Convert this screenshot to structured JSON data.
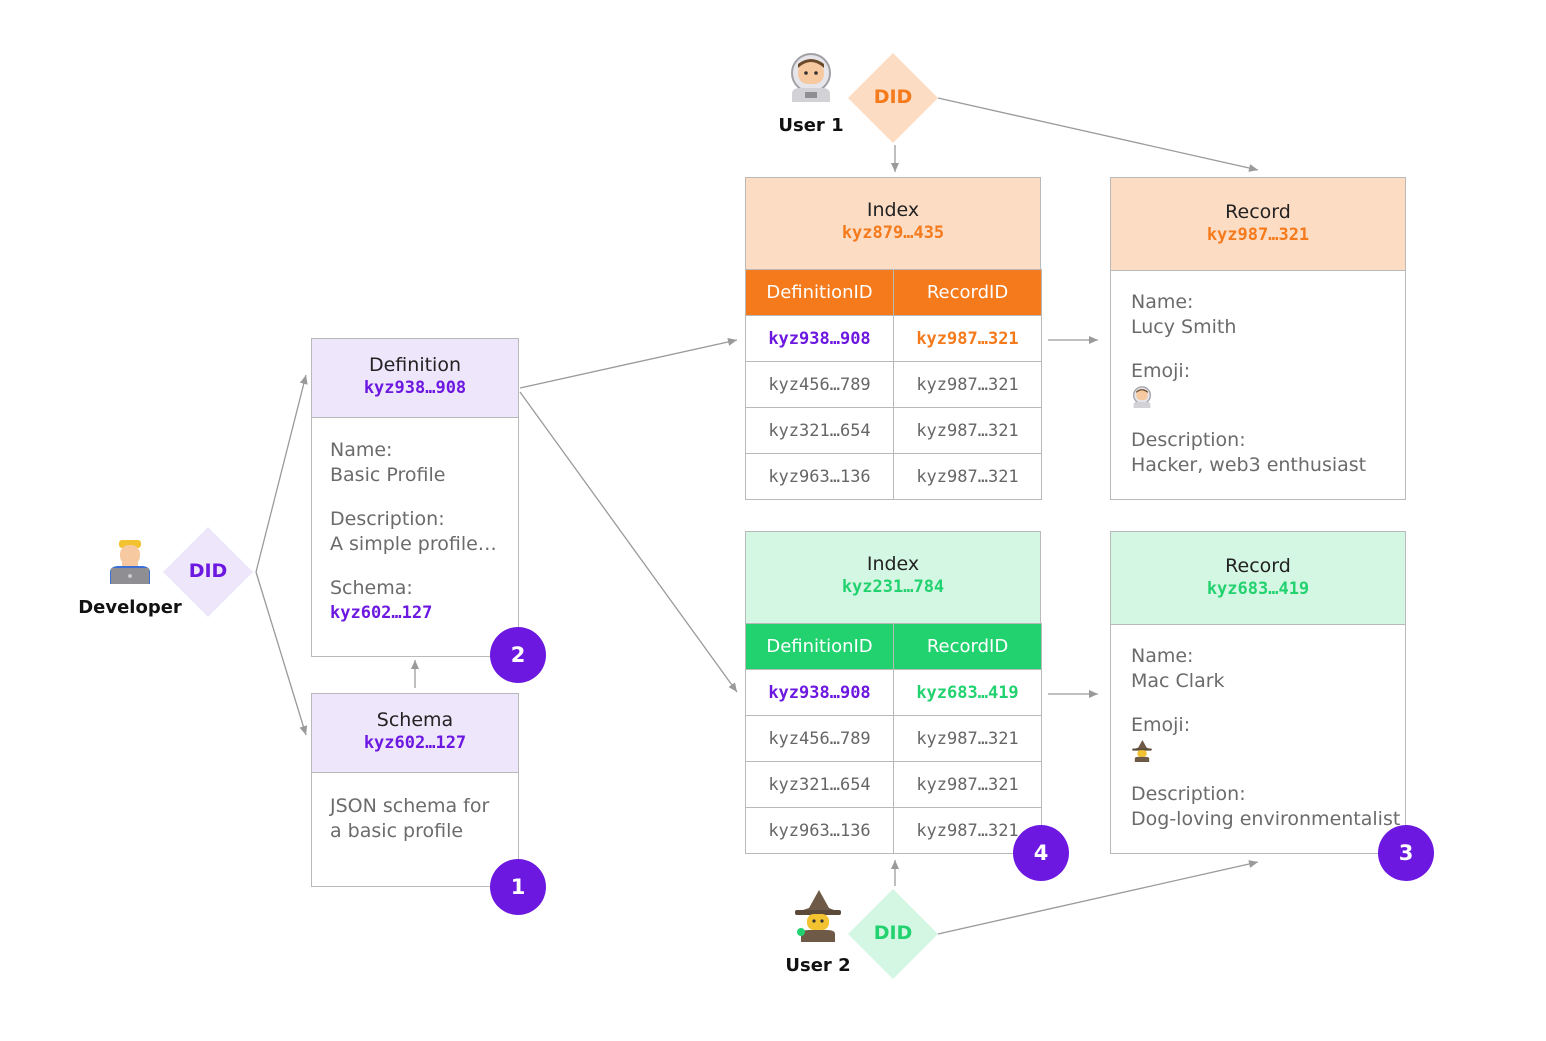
{
  "colors": {
    "purple": "#6c18e0",
    "purple_light": "#eee6fb",
    "orange": "#f47a1c",
    "orange_light": "#fddcc4",
    "green": "#22d26f",
    "green_light": "#d4f7e3",
    "border": "#b9b9b9",
    "arrow": "#9a9a9a"
  },
  "developer": {
    "label": "Developer",
    "icon": "developer-laptop-icon",
    "did": "DID"
  },
  "user1": {
    "label": "User 1",
    "icon": "astronaut-icon",
    "did": "DID"
  },
  "user2": {
    "label": "User 2",
    "icon": "mage-icon",
    "did": "DID"
  },
  "definition": {
    "title": "Definition",
    "id": "kyz938…908",
    "name_label": "Name:",
    "name_value": "Basic Profile",
    "desc_label": "Description:",
    "desc_value": "A simple profile…",
    "schema_label": "Schema:",
    "schema_value": "kyz602…127",
    "badge": "2"
  },
  "schema": {
    "title": "Schema",
    "id": "kyz602…127",
    "text_line1": "JSON schema for",
    "text_line2": "a basic profile",
    "badge": "1"
  },
  "index1": {
    "title": "Index",
    "id": "kyz879…435",
    "columns": [
      "DefinitionID",
      "RecordID"
    ],
    "rows": [
      [
        "kyz938…908",
        "kyz987…321"
      ],
      [
        "kyz456…789",
        "kyz987…321"
      ],
      [
        "kyz321…654",
        "kyz987…321"
      ],
      [
        "kyz963…136",
        "kyz987…321"
      ]
    ]
  },
  "index2": {
    "title": "Index",
    "id": "kyz231…784",
    "columns": [
      "DefinitionID",
      "RecordID"
    ],
    "rows": [
      [
        "kyz938…908",
        "kyz683…419"
      ],
      [
        "kyz456…789",
        "kyz987…321"
      ],
      [
        "kyz321…654",
        "kyz987…321"
      ],
      [
        "kyz963…136",
        "kyz987…321"
      ]
    ],
    "badge": "4"
  },
  "record1": {
    "title": "Record",
    "id": "kyz987…321",
    "name_label": "Name:",
    "name_value": "Lucy Smith",
    "emoji_label": "Emoji:",
    "emoji_icon": "astronaut-icon",
    "desc_label": "Description:",
    "desc_value": "Hacker, web3 enthusiast"
  },
  "record2": {
    "title": "Record",
    "id": "kyz683…419",
    "name_label": "Name:",
    "name_value": "Mac Clark",
    "emoji_label": "Emoji:",
    "emoji_icon": "mage-icon",
    "desc_label": "Description:",
    "desc_value": "Dog-loving environmentalist",
    "badge": "3"
  }
}
